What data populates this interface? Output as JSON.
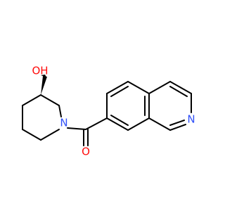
{
  "diagram": {
    "type": "chemical-structure",
    "atoms": {
      "oh": {
        "text": "OH",
        "color": "#ff0d0d"
      },
      "n_piperidine": {
        "text": "N",
        "color": "#3050f8"
      },
      "o_carbonyl": {
        "text": "O",
        "color": "#ff0d0d"
      },
      "n_isoquinoline": {
        "text": "N",
        "color": "#3050f8"
      }
    },
    "colors": {
      "bond": "#000000",
      "background": "#ffffff"
    }
  }
}
